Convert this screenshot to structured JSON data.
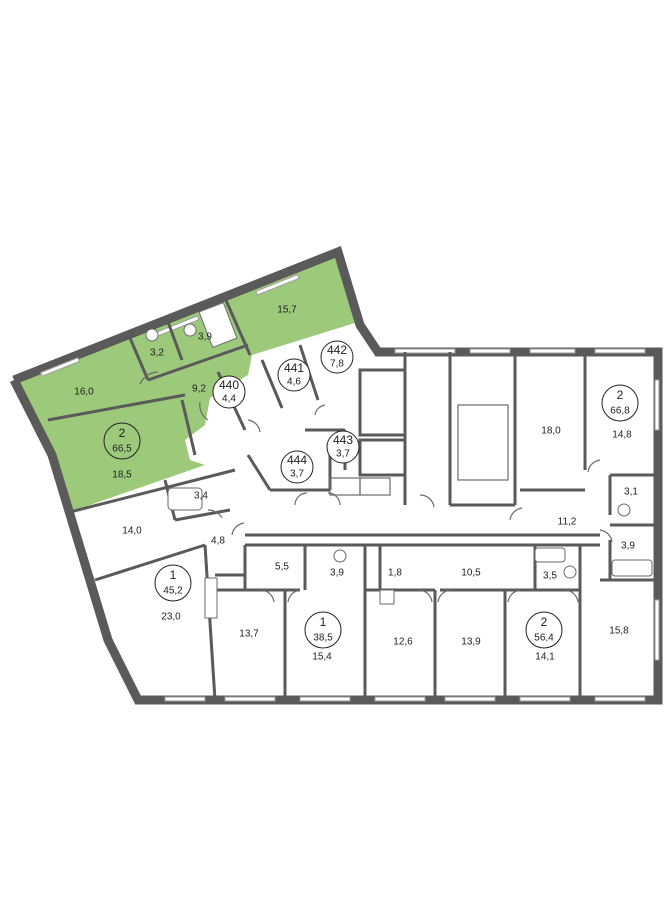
{
  "colors": {
    "highlight": "#9cc97a",
    "wall": "#5a5a5a",
    "background": "#ffffff"
  },
  "apartments": [
    {
      "id": "apt-left-green",
      "rooms": "2",
      "area": "66,5",
      "highlighted": true
    },
    {
      "id": "apt-left",
      "rooms": "1",
      "area": "45,2",
      "highlighted": false
    },
    {
      "id": "apt-bottom-mid",
      "rooms": "1",
      "area": "38,5",
      "highlighted": false
    },
    {
      "id": "apt-bottom-right",
      "rooms": "2",
      "area": "56,4",
      "highlighted": false
    },
    {
      "id": "apt-right-top",
      "rooms": "2",
      "area": "66,8",
      "highlighted": false
    }
  ],
  "storage_units": [
    {
      "number": "440",
      "area": "4,4"
    },
    {
      "number": "441",
      "area": "4,6"
    },
    {
      "number": "442",
      "area": "7,8"
    },
    {
      "number": "443",
      "area": "3,7"
    },
    {
      "number": "444",
      "area": "3,7"
    }
  ],
  "room_areas": {
    "green_bedroom_top": "15,7",
    "green_bath_1": "3,2",
    "green_bath_2": "3,9",
    "green_living": "16,0",
    "green_hall": "9,2",
    "green_bedroom": "18,5",
    "left_room": "14,0",
    "left_bath": "3,4",
    "left_hall": "4,8",
    "left_big": "23,0",
    "mid_hall": "5,5",
    "mid_bath": "3,9",
    "mid_small": "1,8",
    "mid_corridor": "10,5",
    "mid_bath_2": "3,5",
    "bottom_r1": "13,7",
    "bottom_r2": "15,4",
    "bottom_r3": "12,6",
    "bottom_r4": "13,9",
    "bottom_r5": "14,1",
    "bottom_r6": "15,8",
    "right_kitchen": "18,0",
    "right_bedroom": "14,8",
    "right_wc": "3,1",
    "right_hall": "11,2",
    "right_bath": "3,9"
  }
}
